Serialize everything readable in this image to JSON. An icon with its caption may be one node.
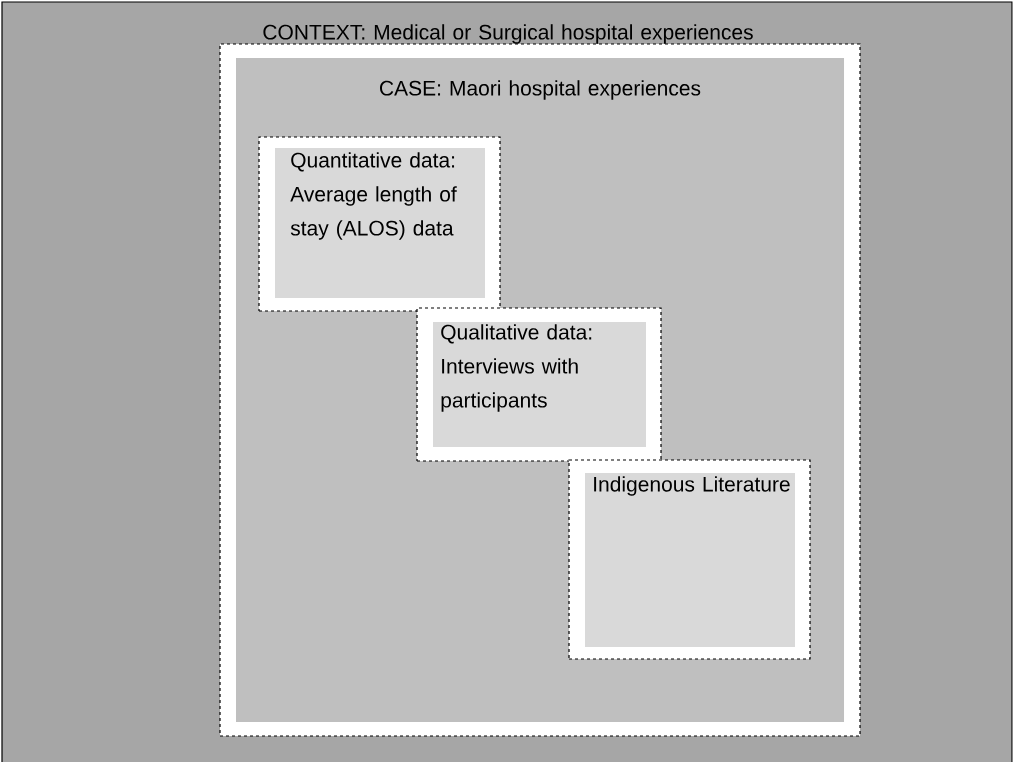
{
  "diagram": {
    "nodes": [
      {
        "text": [
          "CONTEXT: Medical or Surgical hospital experiences"
        ]
      },
      {
        "text": [
          "CASE: Maori hospital experiences"
        ],
        "in": 0
      },
      {
        "text": [
          "Quantitative data: Average length of stay (ALOS) data"
        ],
        "in": 1
      },
      {
        "text": [
          "Qualitative data: Interviews with participants"
        ],
        "in": 1
      },
      {
        "text": [
          "Indigenous Literature"
        ],
        "in": 1
      }
    ]
  }
}
